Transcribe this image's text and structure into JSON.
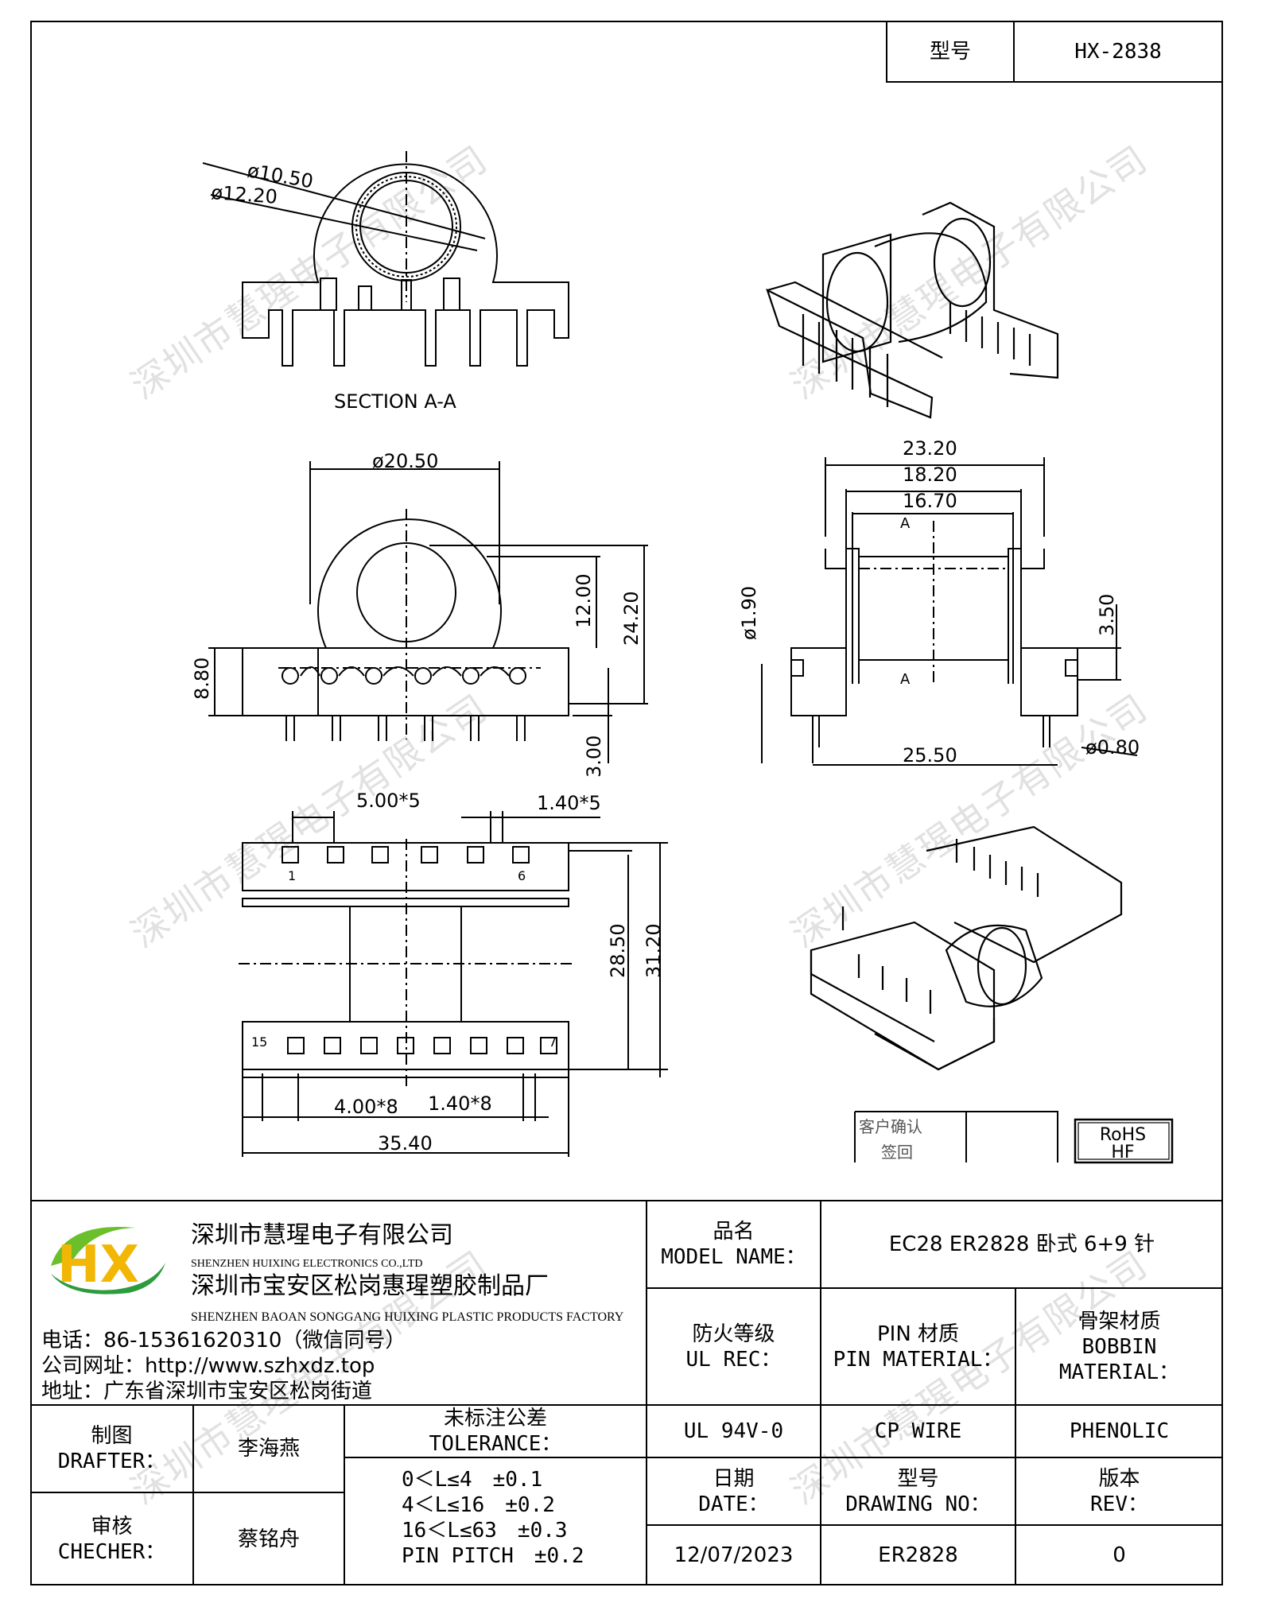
{
  "header": {
    "model_label": "型号",
    "model_value": "HX-2838"
  },
  "drawing": {
    "section_label": "SECTION A-A",
    "dims": {
      "d1050": "ø10.50",
      "d1220": "ø12.20",
      "d2050": "ø20.50",
      "h1200": "12.00",
      "h2420": "24.20",
      "h880": "8.80",
      "h300": "3.00",
      "w2320": "23.20",
      "w1820": "18.20",
      "w1670": "16.70",
      "d190": "ø1.90",
      "h350": "3.50",
      "w2550": "25.50",
      "d080": "ø0.80",
      "p500x5": "5.00*5",
      "p140x5": "1.40*5",
      "h2850": "28.50",
      "h3120": "31.20",
      "p400x8": "4.00*8",
      "p140x8": "1.40*8",
      "w3540": "35.40",
      "cut_a": "A",
      "pin_1": "1",
      "pin_6": "6",
      "pin_15": "15",
      "pin_7": "7"
    },
    "customer_confirm": "客户确认",
    "sign_back": "签回",
    "rohs": "RoHS",
    "hf": "HF",
    "watermark": "深圳市慧瑆电子有限公司"
  },
  "company": {
    "logo_letters": "HX",
    "name_cn": "深圳市慧瑆电子有限公司",
    "name_en": "SHENZHEN HUIXING ELECTRONICS CO.,LTD",
    "factory_cn": "深圳市宝安区松岗惠瑆塑胶制品厂",
    "factory_en": "SHENZHEN BAOAN SONGGANG HUIXING PLASTIC PRODUCTS FACTORY",
    "phone": "电话：86-15361620310（微信同号）",
    "website": "公司网址：http://www.szhxdz.top",
    "address": "地址：广东省深圳市宝安区松岗街道"
  },
  "table": {
    "model_name_cn": "品名",
    "model_name_en": "MODEL NAME：",
    "model_name_value": "EC28 ER2828 卧式 6+9 针",
    "fire_cn": "防火等级",
    "fire_en": "UL REC：",
    "pin_cn": "PIN 材质",
    "pin_en": "PIN MATERIAL：",
    "bobbin_cn": "骨架材质",
    "bobbin_en1": "BOBBIN",
    "bobbin_en2": "MATERIAL：",
    "fire_value": "UL 94V-0",
    "pin_value": "CP WIRE",
    "bobbin_value": "PHENOLIC",
    "drafter_cn": "制图",
    "drafter_en": "DRAFTER：",
    "drafter_name": "李海燕",
    "checker_cn": "审核",
    "checker_en": "CHECHER：",
    "checker_name": "蔡铭舟",
    "tol_cn": "未标注公差",
    "tol_en": "TOLERANCE：",
    "tol_lines": [
      "0＜L≤4　±0.1",
      "4＜L≤16　±0.2",
      "16＜L≤63　±0.3",
      "PIN PITCH　±0.2"
    ],
    "date_cn": "日期",
    "date_en": "DATE：",
    "date_value": "12/07/2023",
    "dwg_cn": "型号",
    "dwg_en": "DRAWING NO：",
    "dwg_value": "ER2828",
    "rev_cn": "版本",
    "rev_en": "REV：",
    "rev_value": "0"
  }
}
